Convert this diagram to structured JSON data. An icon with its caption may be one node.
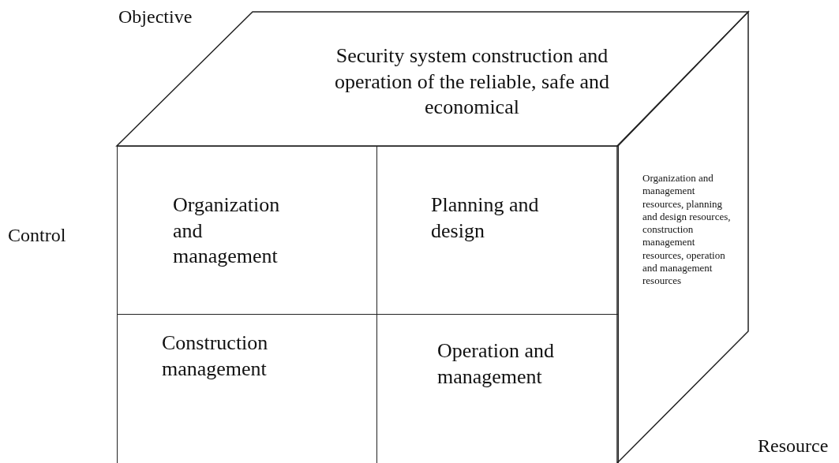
{
  "diagram": {
    "nodes": [
      {
        "text": [
          "Security system construction and operation of the reliable, safe and economical"
        ]
      },
      {
        "text": [
          "Organization and management"
        ]
      },
      {
        "text": [
          "Planning and design"
        ]
      },
      {
        "text": [
          "Construction management"
        ]
      },
      {
        "text": [
          "Operation and management"
        ]
      },
      {
        "text": [
          "Organization and management resources, planning and design resources, construction management resources, operation and management resources"
        ]
      }
    ],
    "edges": [],
    "labels": [
      "Objective",
      "Control",
      "Resource"
    ]
  }
}
